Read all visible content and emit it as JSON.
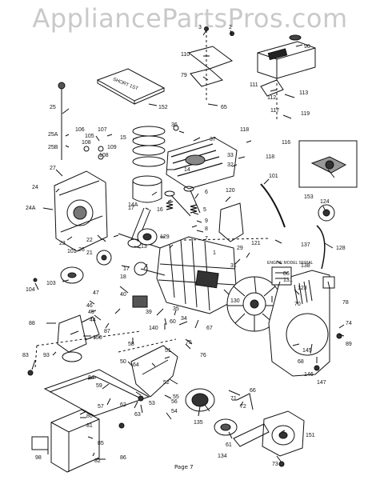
{
  "watermark": "AppliancePartsPros.com",
  "page_label": "Page 7",
  "booklet_label": "SHORT 1ST",
  "decal_label": "ENGINE MODEL SERIAL",
  "callouts": [
    {
      "id": "c3",
      "text": "3"
    },
    {
      "id": "c2",
      "text": "2"
    },
    {
      "id": "c90",
      "text": "90"
    },
    {
      "id": "c110",
      "text": "110"
    },
    {
      "id": "c79",
      "text": "79"
    },
    {
      "id": "c152",
      "text": "152"
    },
    {
      "id": "c65",
      "text": "65"
    },
    {
      "id": "c111",
      "text": "111"
    },
    {
      "id": "c112",
      "text": "112"
    },
    {
      "id": "c113",
      "text": "113"
    },
    {
      "id": "c117",
      "text": "117"
    },
    {
      "id": "c119",
      "text": "119"
    },
    {
      "id": "c25",
      "text": "25"
    },
    {
      "id": "c25a",
      "text": "25A"
    },
    {
      "id": "c25b",
      "text": "25B"
    },
    {
      "id": "c106",
      "text": "106"
    },
    {
      "id": "c107",
      "text": "107"
    },
    {
      "id": "c105",
      "text": "105"
    },
    {
      "id": "c108",
      "text": "108"
    },
    {
      "id": "c109",
      "text": "109"
    },
    {
      "id": "c108b",
      "text": "108"
    },
    {
      "id": "c15",
      "text": "15"
    },
    {
      "id": "c36",
      "text": "36"
    },
    {
      "id": "c37",
      "text": "37"
    },
    {
      "id": "c118",
      "text": "118"
    },
    {
      "id": "c116",
      "text": "116"
    },
    {
      "id": "c118b",
      "text": "118"
    },
    {
      "id": "c33",
      "text": "33"
    },
    {
      "id": "c32",
      "text": "32"
    },
    {
      "id": "c14",
      "text": "14"
    },
    {
      "id": "c27",
      "text": "27"
    },
    {
      "id": "c101",
      "text": "101"
    },
    {
      "id": "c153",
      "text": "153"
    },
    {
      "id": "c24",
      "text": "24"
    },
    {
      "id": "c24a",
      "text": "24A"
    },
    {
      "id": "c14a",
      "text": "14A"
    },
    {
      "id": "c6",
      "text": "6"
    },
    {
      "id": "c120",
      "text": "120"
    },
    {
      "id": "c124",
      "text": "124"
    },
    {
      "id": "c17",
      "text": "17"
    },
    {
      "id": "c16",
      "text": "16"
    },
    {
      "id": "c5",
      "text": "5"
    },
    {
      "id": "c9",
      "text": "9"
    },
    {
      "id": "c8",
      "text": "8"
    },
    {
      "id": "c7",
      "text": "7"
    },
    {
      "id": "c23",
      "text": "23"
    },
    {
      "id": "c26",
      "text": "26"
    },
    {
      "id": "c22",
      "text": "22"
    },
    {
      "id": "c21",
      "text": "21"
    },
    {
      "id": "c129",
      "text": "129"
    },
    {
      "id": "c121",
      "text": "121"
    },
    {
      "id": "c137",
      "text": "137"
    },
    {
      "id": "c128",
      "text": "128"
    },
    {
      "id": "c1",
      "text": "1"
    },
    {
      "id": "c31",
      "text": "31"
    },
    {
      "id": "c138",
      "text": "138"
    },
    {
      "id": "c13",
      "text": "13"
    },
    {
      "id": "c29",
      "text": "29"
    },
    {
      "id": "c101b",
      "text": "101"
    },
    {
      "id": "c17b",
      "text": "17"
    },
    {
      "id": "c18",
      "text": "18"
    },
    {
      "id": "c104",
      "text": "104"
    },
    {
      "id": "c103",
      "text": "103"
    },
    {
      "id": "c123",
      "text": "123"
    },
    {
      "id": "c131",
      "text": "131"
    },
    {
      "id": "c86",
      "text": "86"
    },
    {
      "id": "c47",
      "text": "47"
    },
    {
      "id": "c70",
      "text": "70"
    },
    {
      "id": "c78",
      "text": "78"
    },
    {
      "id": "c46",
      "text": "46"
    },
    {
      "id": "c40",
      "text": "40"
    },
    {
      "id": "c130",
      "text": "130"
    },
    {
      "id": "c39",
      "text": "39"
    },
    {
      "id": "c35",
      "text": "35"
    },
    {
      "id": "c74",
      "text": "74"
    },
    {
      "id": "c89",
      "text": "89"
    },
    {
      "id": "c45",
      "text": "45"
    },
    {
      "id": "c44",
      "text": "44"
    },
    {
      "id": "c135",
      "text": "135"
    },
    {
      "id": "c140",
      "text": "140"
    },
    {
      "id": "c60",
      "text": "60"
    },
    {
      "id": "c34",
      "text": "34"
    },
    {
      "id": "c67",
      "text": "67"
    },
    {
      "id": "c88",
      "text": "88"
    },
    {
      "id": "c87",
      "text": "87"
    },
    {
      "id": "c150",
      "text": "150"
    },
    {
      "id": "c58",
      "text": "58"
    },
    {
      "id": "c75",
      "text": "75"
    },
    {
      "id": "c76",
      "text": "76"
    },
    {
      "id": "c68",
      "text": "68"
    },
    {
      "id": "c145",
      "text": "145"
    },
    {
      "id": "c146",
      "text": "146"
    },
    {
      "id": "c147",
      "text": "147"
    },
    {
      "id": "c83",
      "text": "83"
    },
    {
      "id": "c93",
      "text": "93"
    },
    {
      "id": "c51",
      "text": "51"
    },
    {
      "id": "c50",
      "text": "50"
    },
    {
      "id": "c64",
      "text": "64"
    },
    {
      "id": "c52",
      "text": "52"
    },
    {
      "id": "c55",
      "text": "55"
    },
    {
      "id": "c84",
      "text": "84"
    },
    {
      "id": "c59",
      "text": "59"
    },
    {
      "id": "c53",
      "text": "53"
    },
    {
      "id": "c56",
      "text": "56"
    },
    {
      "id": "c54",
      "text": "54"
    },
    {
      "id": "c57",
      "text": "57"
    },
    {
      "id": "c62",
      "text": "62"
    },
    {
      "id": "c63",
      "text": "63"
    },
    {
      "id": "c66",
      "text": "66"
    },
    {
      "id": "c71",
      "text": "71"
    },
    {
      "id": "c72",
      "text": "72"
    },
    {
      "id": "c80",
      "text": "80"
    },
    {
      "id": "c81",
      "text": "81"
    },
    {
      "id": "c134",
      "text": "134"
    },
    {
      "id": "c61",
      "text": "61"
    },
    {
      "id": "c151",
      "text": "151"
    },
    {
      "id": "c85",
      "text": "85"
    },
    {
      "id": "c98",
      "text": "98"
    },
    {
      "id": "c82",
      "text": "82"
    },
    {
      "id": "c86b",
      "text": "86"
    },
    {
      "id": "c73",
      "text": "73"
    }
  ]
}
